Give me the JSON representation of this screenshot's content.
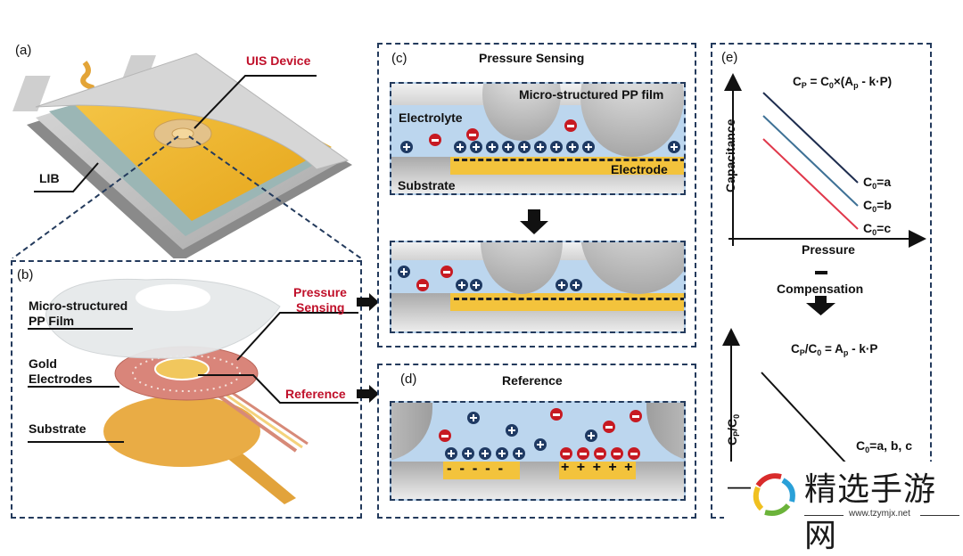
{
  "panels": {
    "a": {
      "letter": "(a)",
      "uis_device_label": "UIS Device",
      "lib_label": "LIB"
    },
    "b": {
      "letter": "(b)",
      "pp_film_label_line1": "Micro-structured",
      "pp_film_label_line2": "PP Film",
      "gold_label_line1": "Gold",
      "gold_label_line2": "Electrodes",
      "substrate_label": "Substrate",
      "pressure_label_line1": "Pressure",
      "pressure_label_line2": "Sensing",
      "reference_label": "Reference"
    },
    "c": {
      "letter": "(c)",
      "title": "Pressure Sensing",
      "pp_film_label": "Micro-structured PP film",
      "electrolyte_label": "Electrolyte",
      "electrode_label": "Electrode",
      "substrate_label": "Substrate",
      "before_ions": {
        "cations_on_electrode": 9,
        "cations_free": 2,
        "anions_free": 3
      },
      "after_ions": {
        "cations_on_electrode": 4,
        "cations_free": 1,
        "anions_free": 2
      }
    },
    "d": {
      "letter": "(d)",
      "title": "Reference",
      "left_electrode_charge": "- - - - -",
      "right_electrode_charge": "+ + + + +",
      "left_cations_adsorbed": 5,
      "right_anions_adsorbed": 5
    },
    "e": {
      "letter": "(e)",
      "eq_top": {
        "c": "C",
        "csub": "P",
        "mid": " = C",
        "c0sub": "0",
        "rest": "×(A",
        "apsub": "p",
        "tail": " - k·P)"
      },
      "y_label_top": "Capacitance",
      "x_label_top": "Pressure",
      "series_labels": [
        {
          "c": "C",
          "sub": "0",
          "eq": "=a"
        },
        {
          "c": "C",
          "sub": "0",
          "eq": "=b"
        },
        {
          "c": "C",
          "sub": "0",
          "eq": "=c"
        }
      ],
      "series_colors": [
        "#1e2d4f",
        "#3e7196",
        "#e0384b"
      ],
      "compensation_label": "Compensation",
      "eq_bottom": {
        "c": "C",
        "csub": "P",
        "slash": "/C",
        "c0sub": "0",
        "eqs": " = A",
        "apsub": "p",
        "tail": " - k·P"
      },
      "y_label_bottom_c": "C",
      "y_label_bottom_sub": "P",
      "y_label_bottom_rest": "/C",
      "y_label_bottom_sub2": "0",
      "bottom_series_label": {
        "c": "C",
        "sub": "0",
        "eq": "=a, b, c"
      }
    }
  },
  "watermark": {
    "text": "精选手游网",
    "url": "www.tzymjx.net",
    "prefix": "—"
  },
  "colors": {
    "frame_dash": "#233a5c",
    "red_label": "#c0102a",
    "electrolyte": "#bcd6ee",
    "electrode": "#f3c33c",
    "cation": "#1f3a63",
    "anion": "#c71a22"
  }
}
